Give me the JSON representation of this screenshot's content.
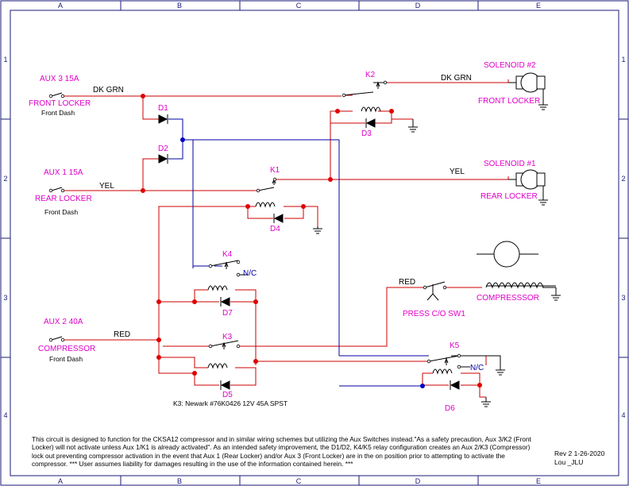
{
  "grid": {
    "columns": [
      "A",
      "B",
      "C",
      "D",
      "E"
    ],
    "rows": [
      "1",
      "2",
      "3",
      "4"
    ]
  },
  "colors": {
    "wire_red": "#cc0000",
    "wire_blue": "#0000a0",
    "label_magenta": "#e000c8",
    "junction_red": "#e00000"
  },
  "switches": {
    "aux3": {
      "title": "AUX 3 15A",
      "name": "FRONT LOCKER",
      "location": "Front Dash"
    },
    "aux1": {
      "title": "AUX 1 15A",
      "name": "REAR LOCKER",
      "location": "Front Dash"
    },
    "aux2": {
      "title": "AUX 2 40A",
      "name": "COMPRESSOR",
      "location": "Front Dash"
    }
  },
  "wires": {
    "dk_grn_left": "DK GRN",
    "dk_grn_right": "DK GRN",
    "yel_left": "YEL",
    "yel_right": "YEL",
    "red_aux2": "RED",
    "red_press": "RED"
  },
  "relays": {
    "k1": "K1",
    "k2": "K2",
    "k3": "K3",
    "k4": "K4",
    "k5": "K5",
    "nc_k4": "N/C",
    "nc_k5": "N/C"
  },
  "diodes": {
    "d1": "D1",
    "d2": "D2",
    "d3": "D3",
    "d4": "D4",
    "d5": "D5",
    "d6": "D6",
    "d7": "D7"
  },
  "loads": {
    "sol2_title": "SOLENOID #2",
    "sol2_name": "FRONT LOCKER",
    "sol1_title": "SOLENOID #1",
    "sol1_name": "REAR LOCKER",
    "compressor": "COMPRESSSOR",
    "press_switch": "PRESS C/O SW1"
  },
  "k3_part": "K3: Newark #76K0426 12V 45A SPST",
  "footer": {
    "note": "This circuit is designed to function for the CKSA12 compressor and in similar wiring schemes but utilizing the Aux Switches instead.\"As a safety precaution, Aux 3/K2 (Front Locker) will not activate unless Aux 1/K1 is already activated\". As an intended safety improvement, the D1/D2, K4/K5 relay configuration creates an Aux 2/K3 (Compressor) lock out preventing compressor activation in the event that Aux 1 (Rear Locker) and/or Aux 3 (Front Locker) are in the on position prior to attempting to activate the compressor.  *** User assumes liability for damages resulting in the use of the information contained herein. ***",
    "rev": "Rev 2 1-26-2020",
    "author": "Lou _JLU"
  }
}
